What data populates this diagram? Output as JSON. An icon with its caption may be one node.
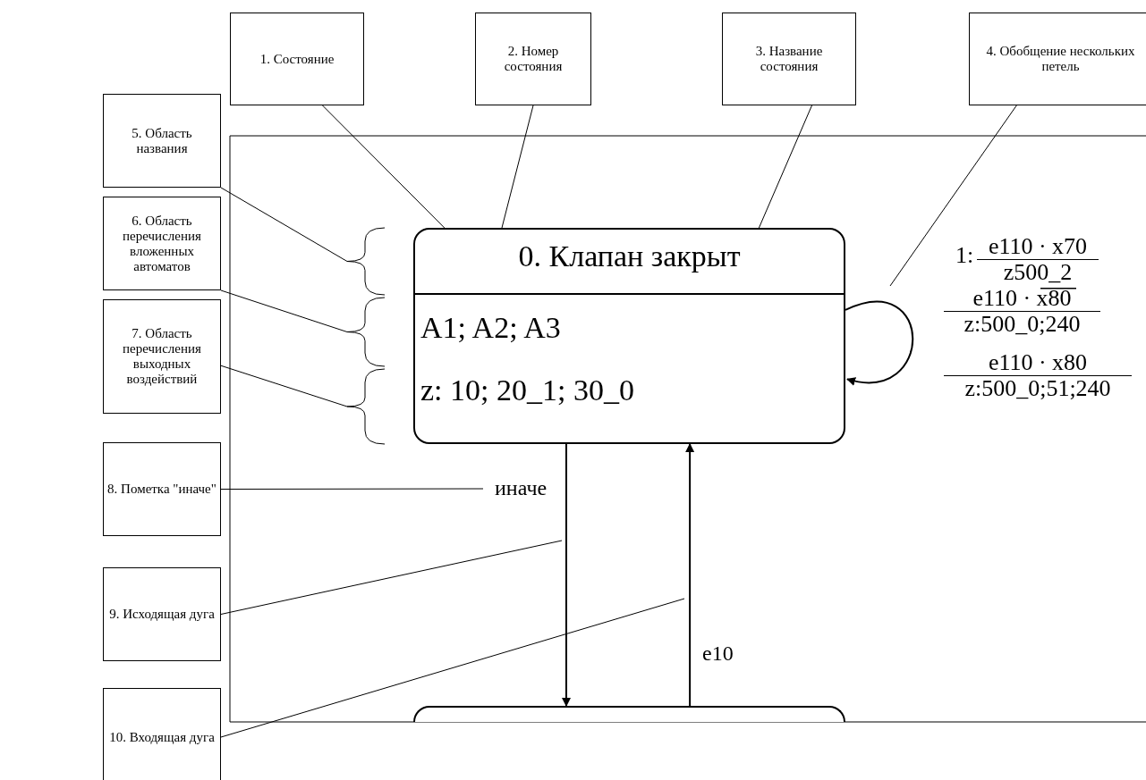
{
  "diagram": {
    "nodes": [
      {
        "text": [
          "1. Состояние"
        ]
      },
      {
        "text": [
          "2. Номер состояния"
        ]
      },
      {
        "text": [
          "3. Название состояния"
        ]
      },
      {
        "text": [
          "4. Обобщение нескольких петель"
        ]
      },
      {
        "text": [
          "5. Область названия"
        ]
      },
      {
        "text": [
          "6. Область перечисления вложенных автоматов"
        ]
      },
      {
        "text": [
          "7. Область перечисления выходных воздействий"
        ]
      },
      {
        "text": [
          "8. Пометка \"иначе\""
        ]
      },
      {
        "text": [
          "9. Исходящая дуга"
        ]
      },
      {
        "text": [
          "10. Входящая дуга"
        ]
      },
      {
        "text": [
          "0. Клапан закрыт",
          "A1; A2; A3",
          "z: 10; 20_1; 30_0"
        ]
      },
      {
        "text": [],
        "shape": "box"
      },
      {
        "text": [],
        "shape": "brace"
      },
      {
        "text": [],
        "shape": "brace"
      },
      {
        "text": [],
        "shape": "brace"
      }
    ],
    "edges": [
      {
        "from": 10,
        "to": 11,
        "arrow": "to",
        "label": "иначе"
      },
      {
        "from": 11,
        "to": 10,
        "arrow": "to",
        "label": "e10"
      },
      {
        "from": 10,
        "to": 10,
        "arrow": "to"
      },
      {
        "from": 0,
        "to": 10,
        "arrow": "none"
      },
      {
        "from": 1,
        "to": 10,
        "arrow": "none"
      },
      {
        "from": 2,
        "to": 10,
        "arrow": "none"
      },
      {
        "from": 3,
        "to": null,
        "arrow": "none"
      },
      {
        "from": 4,
        "to": 12,
        "arrow": "none"
      },
      {
        "from": 5,
        "to": 13,
        "arrow": "none"
      },
      {
        "from": 6,
        "to": 14,
        "arrow": "none"
      },
      {
        "from": 7,
        "to": null,
        "arrow": "none"
      },
      {
        "from": 8,
        "to": null,
        "arrow": "none"
      },
      {
        "from": 9,
        "to": null,
        "arrow": "none"
      }
    ],
    "labels": [
      "1:",
      "e110 · x70",
      "z500_2",
      "e110 · x80",
      "z:500_0;240",
      "e110 · x80",
      "z:500_0;51;240"
    ]
  }
}
